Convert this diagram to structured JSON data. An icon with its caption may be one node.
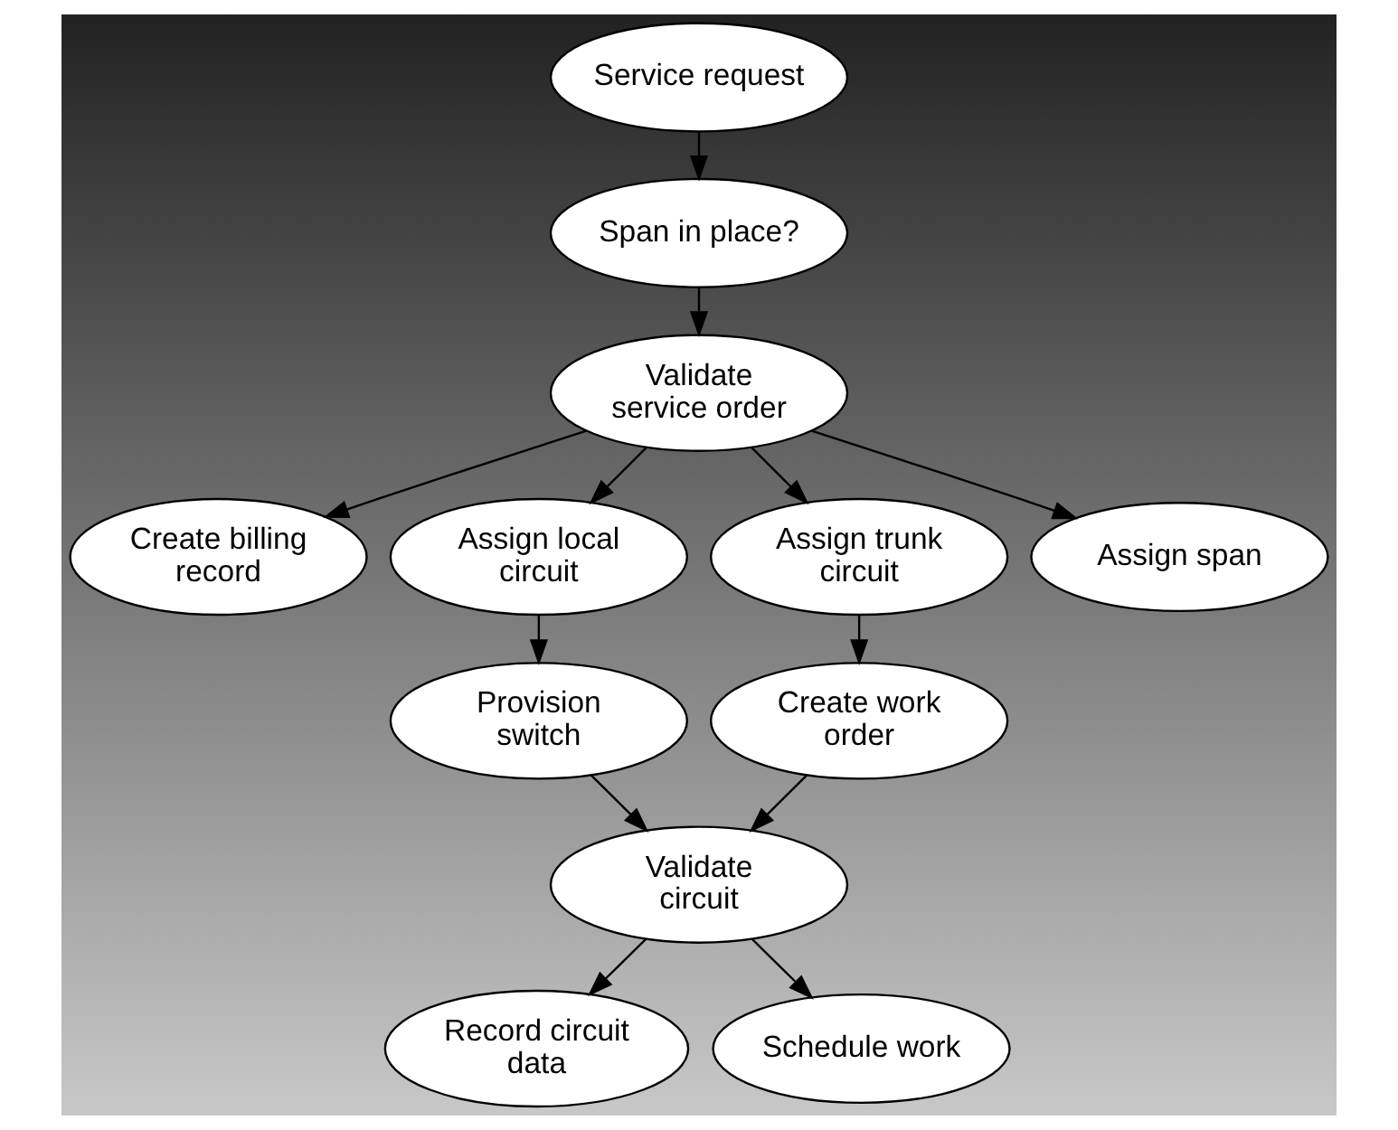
{
  "diagram": {
    "nodes": [
      {
        "text": [
          "Service request"
        ]
      },
      {
        "text": [
          "Span in place?"
        ]
      },
      {
        "text": [
          "Validate service order"
        ]
      },
      {
        "text": [
          "Create billing record"
        ]
      },
      {
        "text": [
          "Assign local circuit"
        ]
      },
      {
        "text": [
          "Assign trunk circuit"
        ]
      },
      {
        "text": [
          "Assign span"
        ]
      },
      {
        "text": [
          "Provision switch"
        ]
      },
      {
        "text": [
          "Create work order"
        ]
      },
      {
        "text": [
          "Validate circuit"
        ]
      },
      {
        "text": [
          "Record circuit data"
        ]
      },
      {
        "text": [
          "Schedule work"
        ]
      }
    ],
    "edges": [
      {
        "from": 0,
        "to": 1,
        "arrow": "to"
      },
      {
        "from": 1,
        "to": 2,
        "arrow": "to"
      },
      {
        "from": 2,
        "to": 3,
        "arrow": "to"
      },
      {
        "from": 2,
        "to": 4,
        "arrow": "to"
      },
      {
        "from": 2,
        "to": 5,
        "arrow": "to"
      },
      {
        "from": 2,
        "to": 6,
        "arrow": "to"
      },
      {
        "from": 4,
        "to": 7,
        "arrow": "to"
      },
      {
        "from": 5,
        "to": 8,
        "arrow": "to"
      },
      {
        "from": 7,
        "to": 9,
        "arrow": "to"
      },
      {
        "from": 8,
        "to": 9,
        "arrow": "to"
      },
      {
        "from": 9,
        "to": 10,
        "arrow": "to"
      },
      {
        "from": 9,
        "to": 11,
        "arrow": "to"
      }
    ]
  }
}
